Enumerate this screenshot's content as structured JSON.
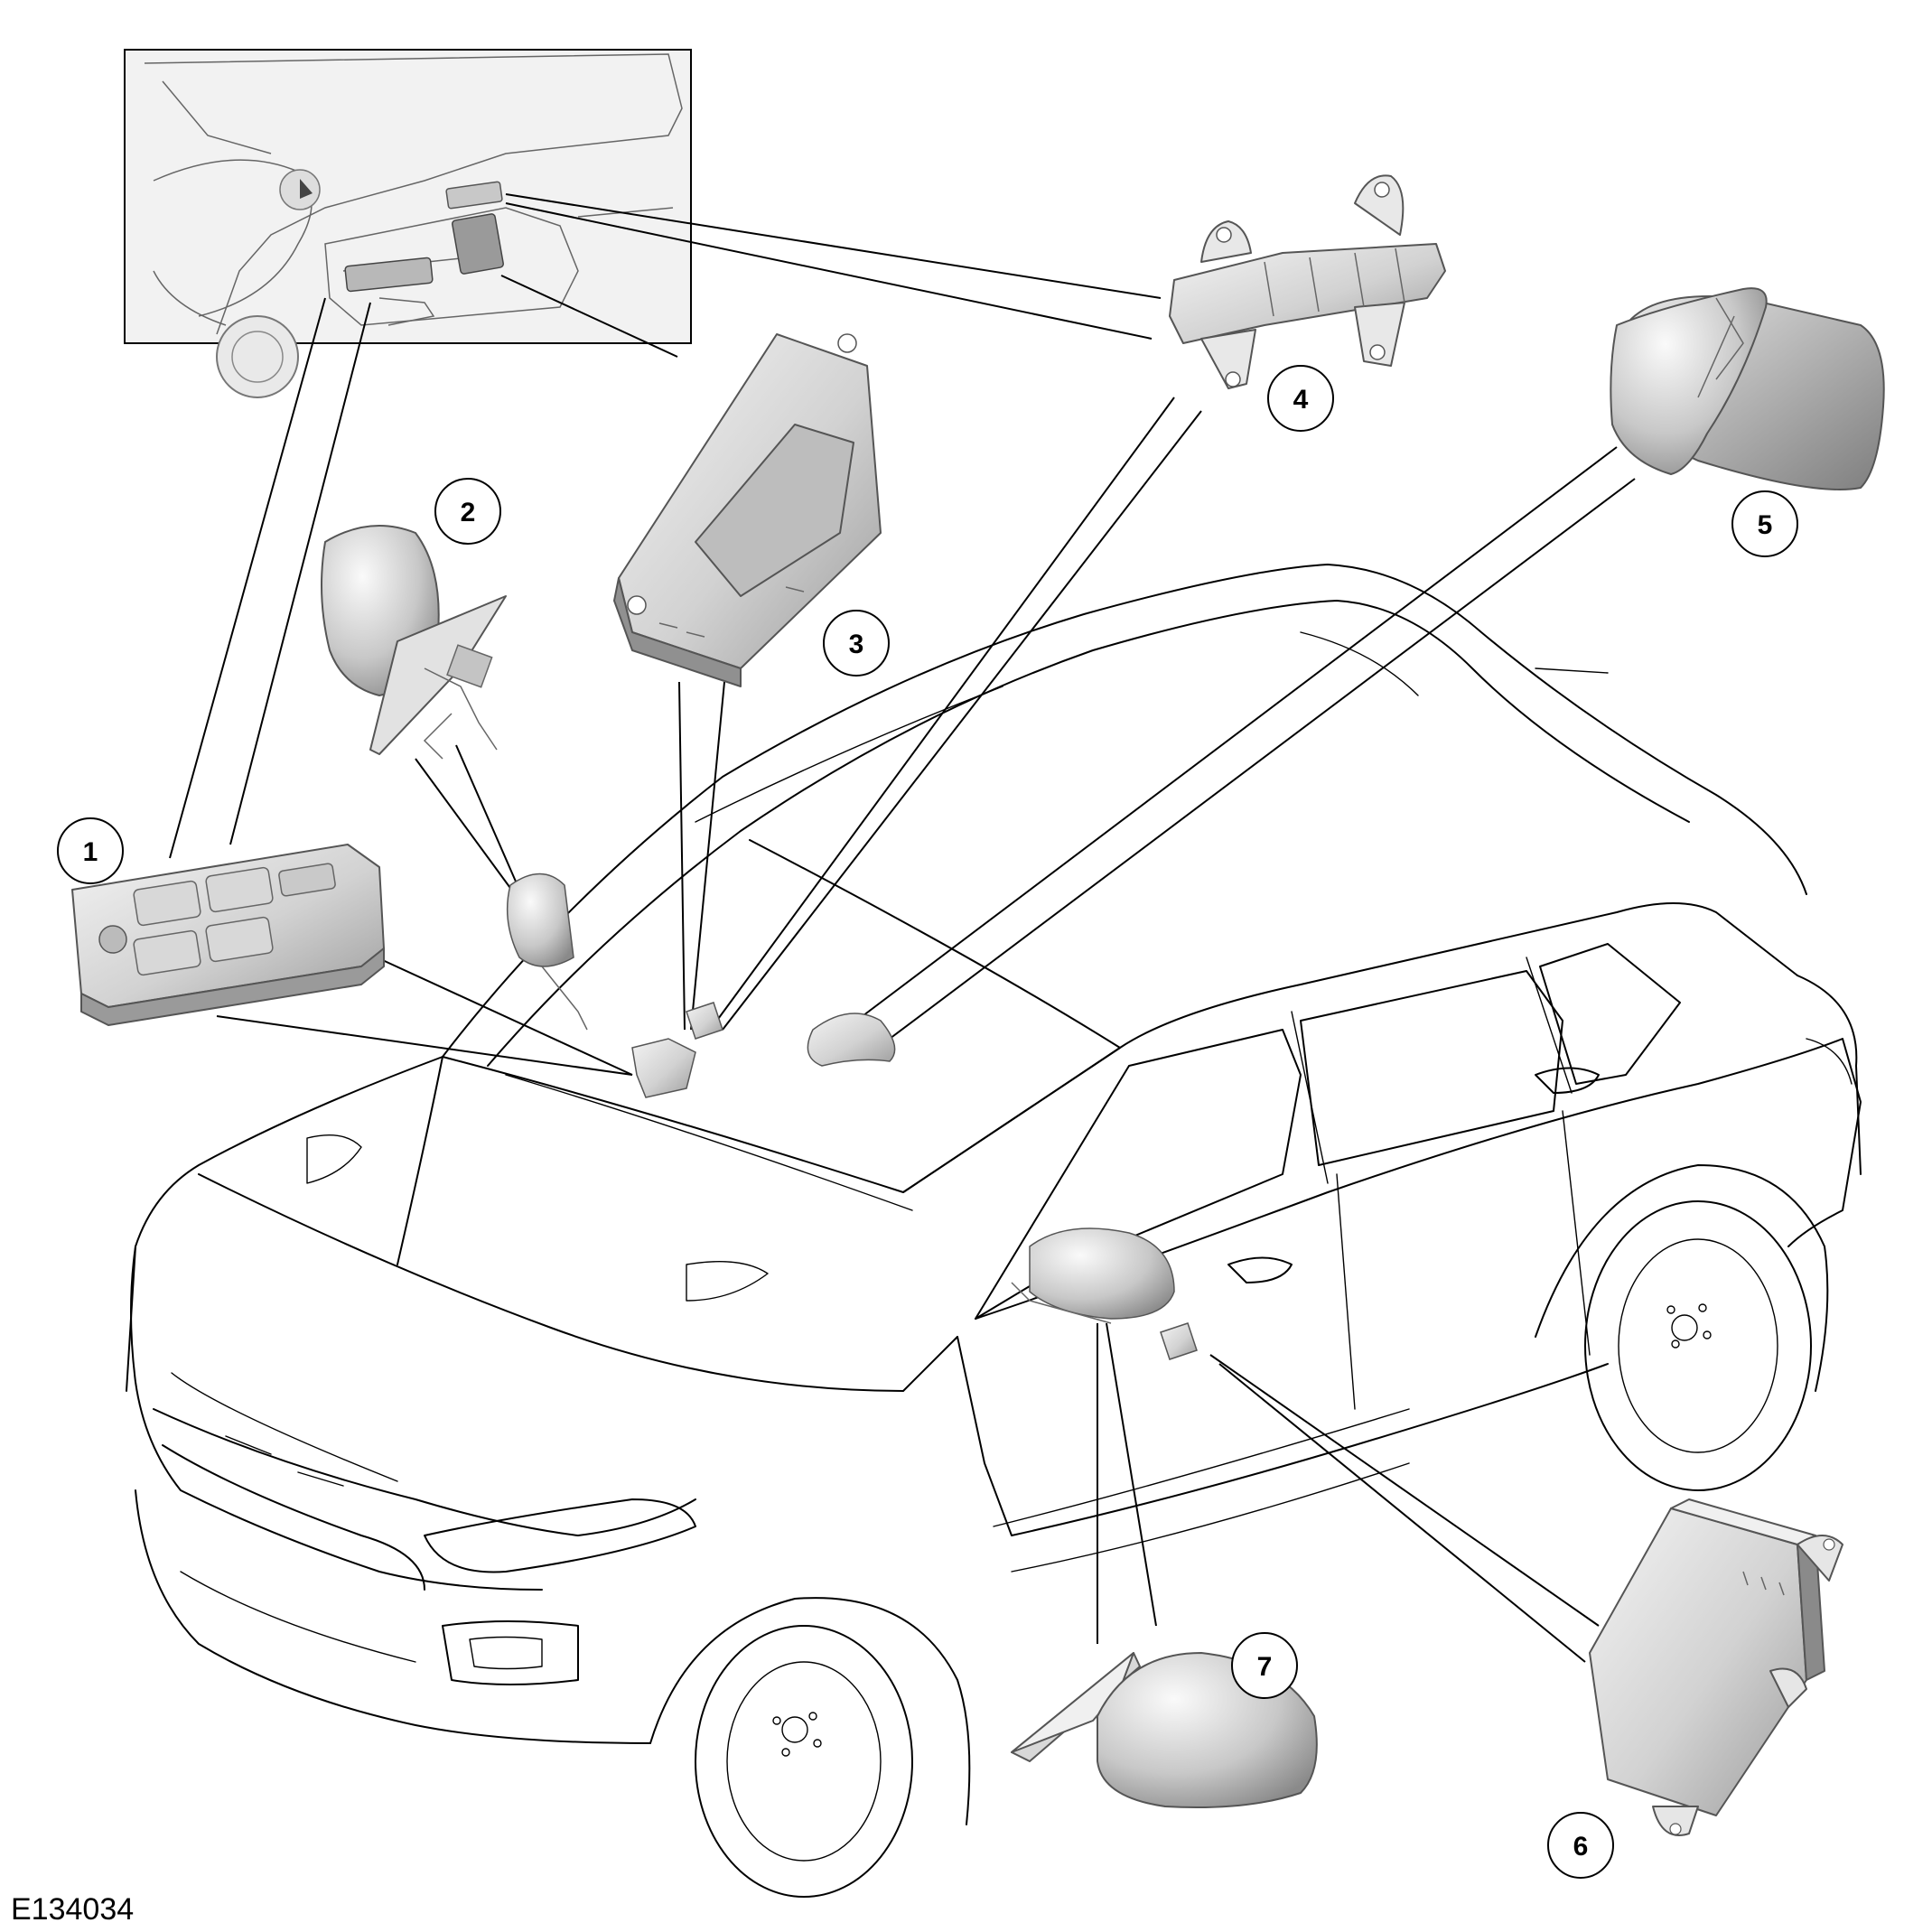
{
  "callouts": [
    {
      "number": "1"
    },
    {
      "number": "2"
    },
    {
      "number": "3"
    },
    {
      "number": "4"
    },
    {
      "number": "5"
    },
    {
      "number": "6"
    },
    {
      "number": "7"
    }
  ],
  "figure_code": "E134034",
  "colors": {
    "line": "#000000",
    "part_fill_light": "#e6e6e6",
    "part_fill_mid": "#c4c4c4",
    "part_fill_dark": "#9a9a9a",
    "inset_fill": "#f2f2f2"
  },
  "icons": [
    "window-switch-pack-icon",
    "mirror-glass-icon",
    "control-module-icon",
    "door-switch-icon",
    "rear-view-mirror-icon",
    "module-icon",
    "exterior-mirror-icon"
  ]
}
